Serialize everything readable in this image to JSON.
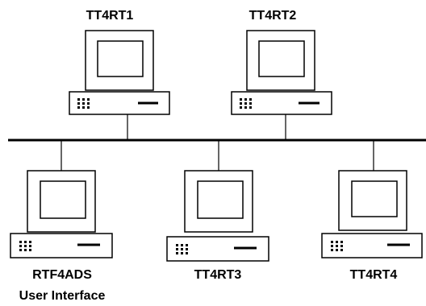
{
  "network": {
    "nodes": [
      {
        "id": "tt4rt1",
        "label_lines": [
          "TT4RT1"
        ]
      },
      {
        "id": "tt4rt2",
        "label_lines": [
          "TT4RT2"
        ]
      },
      {
        "id": "rtf4ads",
        "label_lines": [
          "RTF4ADS",
          "User Interface"
        ]
      },
      {
        "id": "tt4rt3",
        "label_lines": [
          "TT4RT3"
        ]
      },
      {
        "id": "tt4rt4",
        "label_lines": [
          "TT4RT4"
        ]
      }
    ]
  }
}
